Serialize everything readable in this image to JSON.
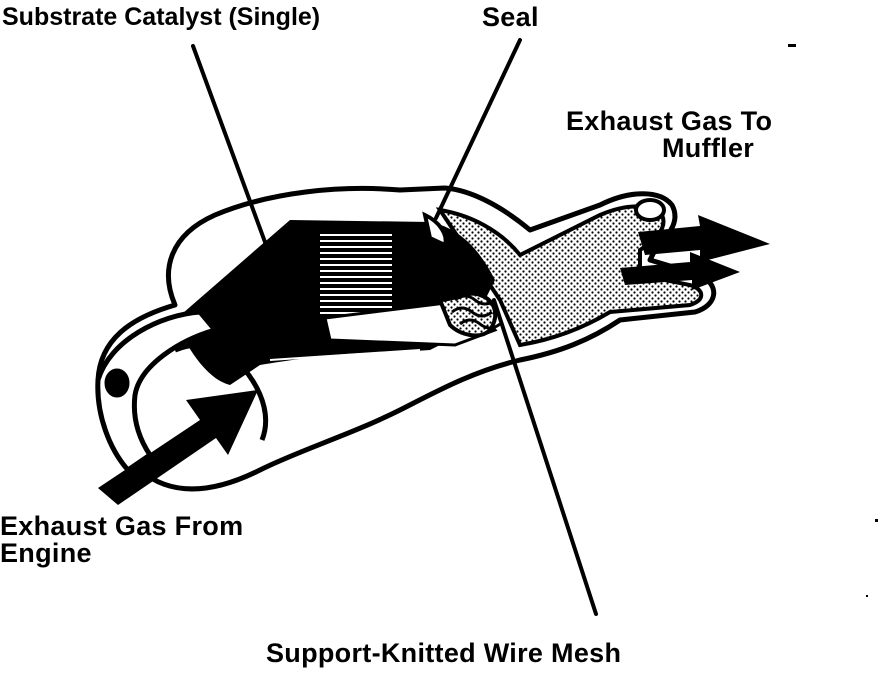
{
  "labels": {
    "substrate": "Substrate Catalyst (Single)",
    "seal": "Seal",
    "to_muffler_line1": "Exhaust Gas To",
    "to_muffler_line2": "Muffler",
    "from_engine_line1": "Exhaust Gas From",
    "from_engine_line2": "Engine",
    "support": "Support-Knitted Wire Mesh"
  },
  "colors": {
    "ink": "#000000",
    "paper": "#ffffff",
    "stipple": "#9a9a9a"
  }
}
